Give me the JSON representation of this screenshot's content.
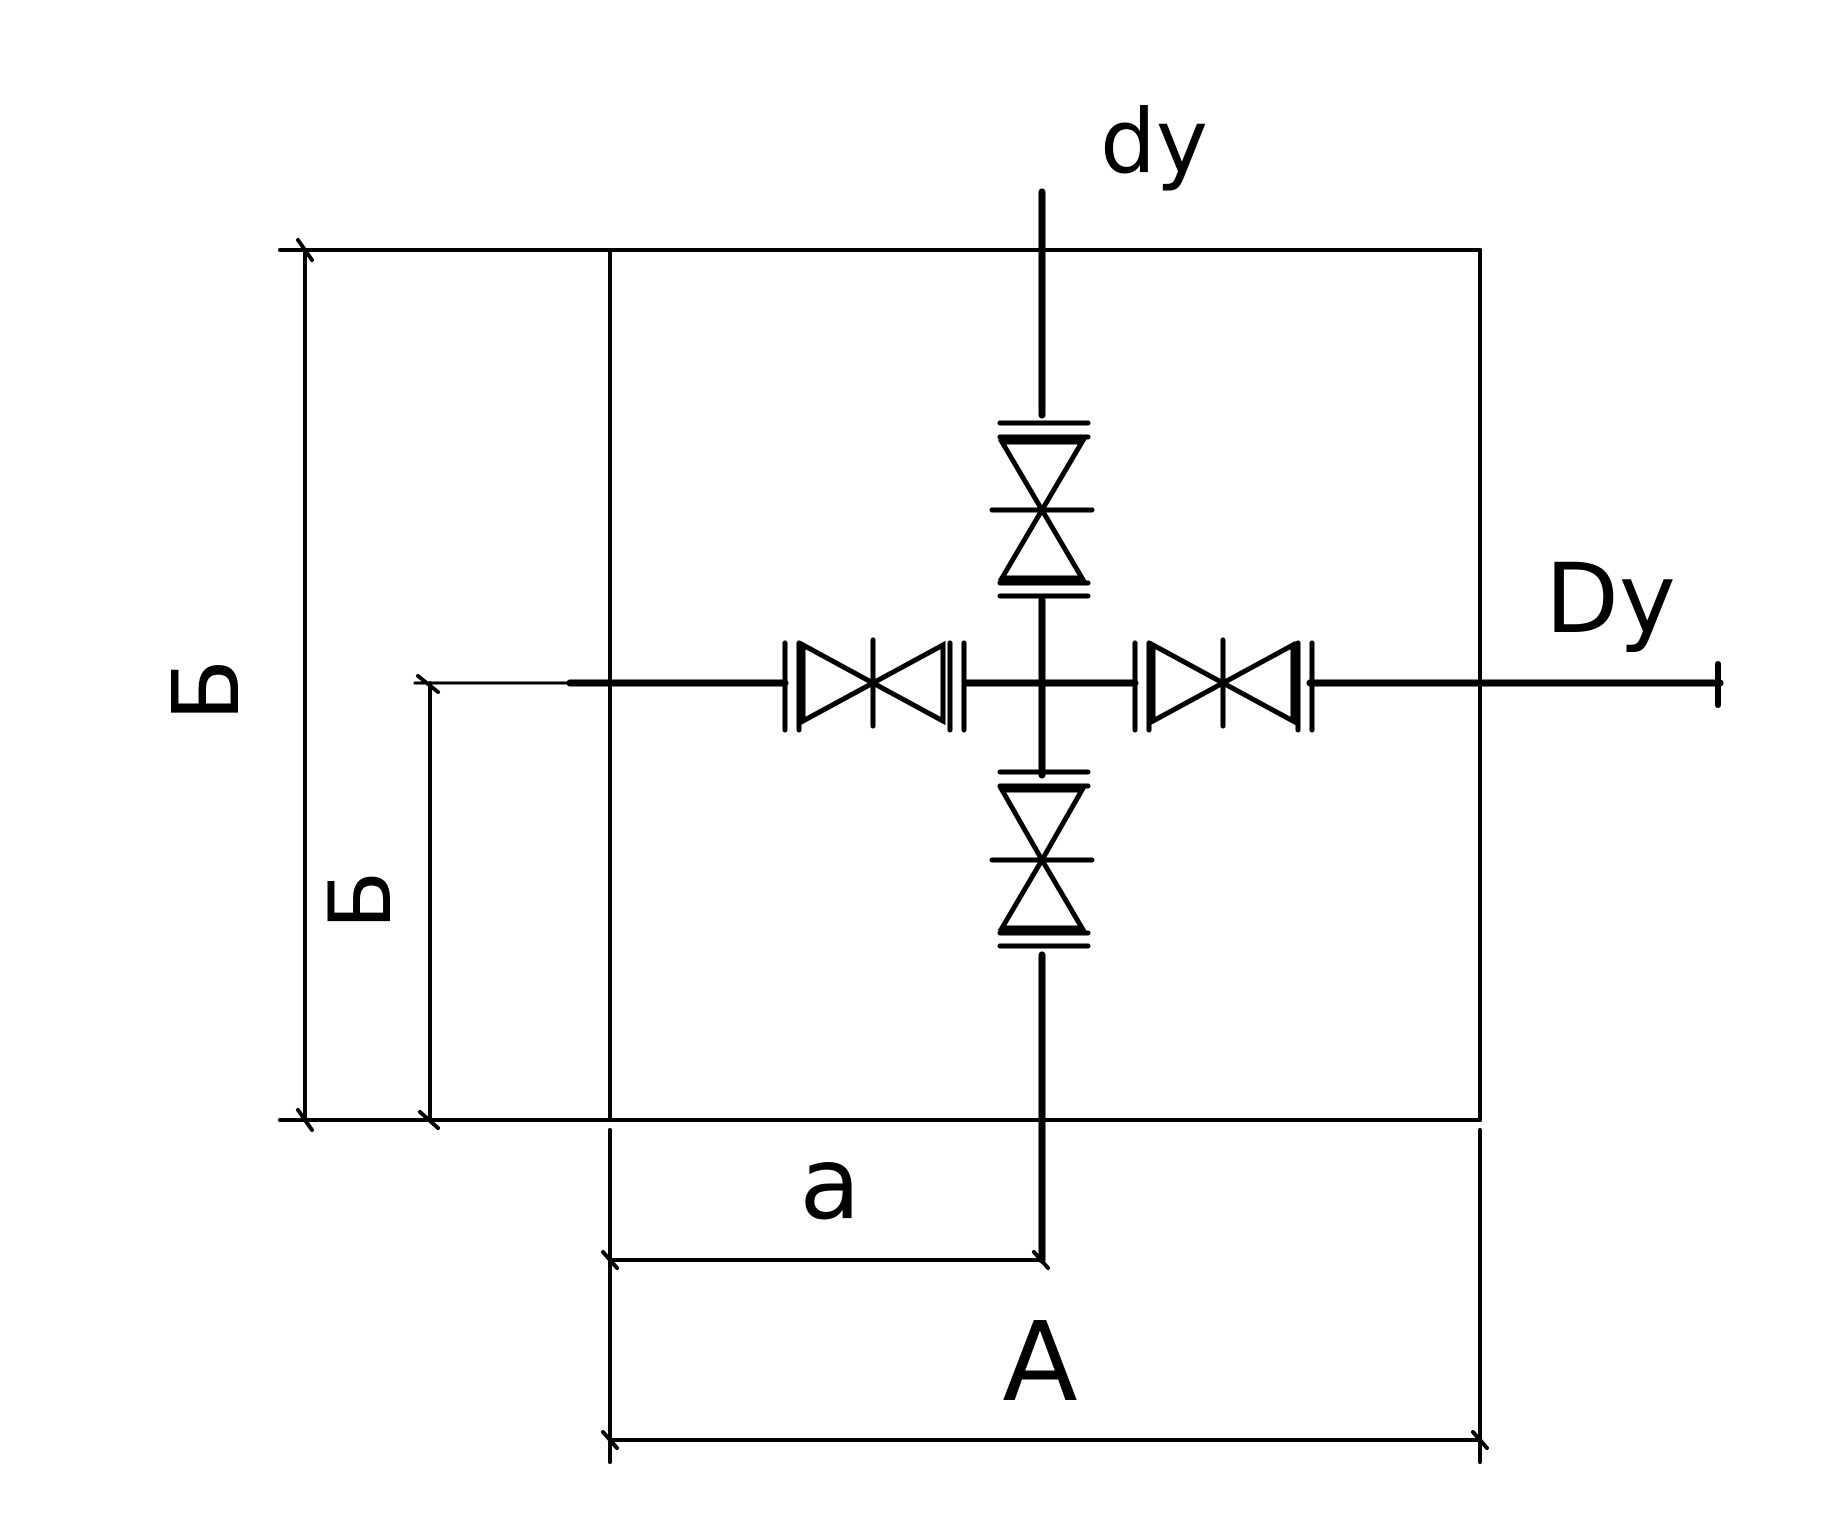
{
  "diagram": {
    "labels": {
      "top_pipe": "dy",
      "right_pipe": "Dy",
      "height_overall": "Б",
      "height_pipe": "Б",
      "width_offset": "a",
      "width_overall": "A"
    },
    "colors": {
      "ink": "#000000",
      "background": "#ffffff"
    }
  }
}
